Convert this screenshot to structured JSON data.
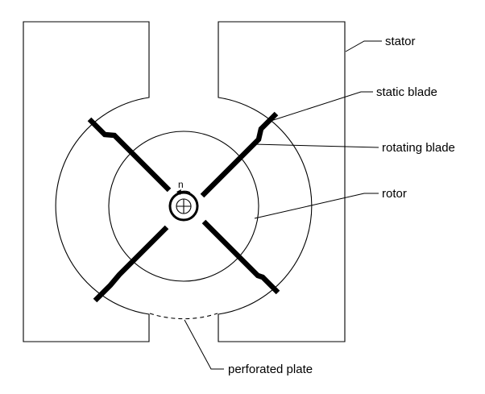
{
  "labels": {
    "stator": "stator",
    "static_blade": "static blade",
    "rotating_blade": "rotating blade",
    "rotor": "rotor",
    "perforated_plate": "perforated plate",
    "rotation": "n"
  }
}
